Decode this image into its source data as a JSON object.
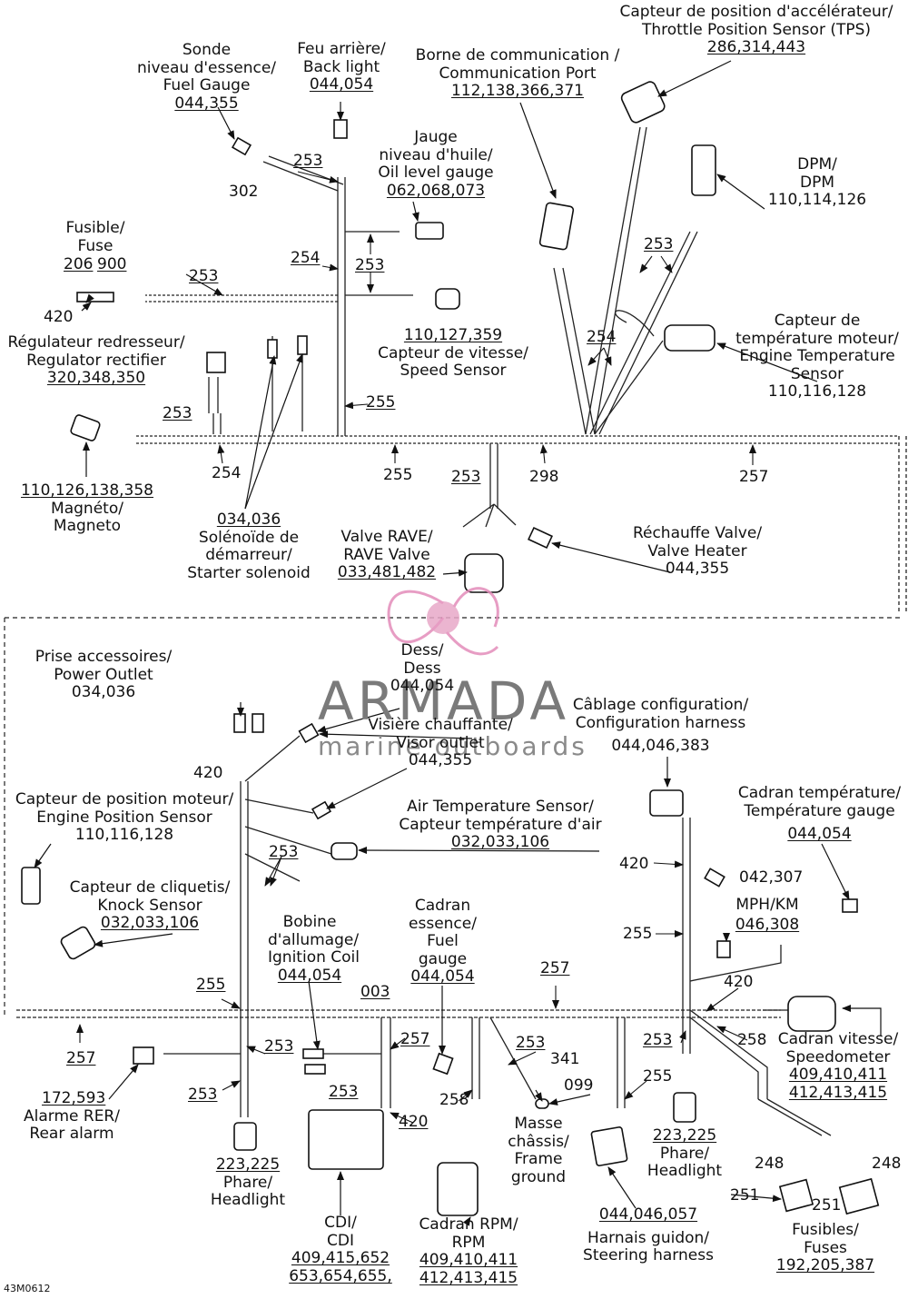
{
  "diagram_code": "43M0612",
  "watermark": {
    "name": "ARMADA",
    "tagline": "marine outboards"
  },
  "components": {
    "tps": [
      "Capteur de position d'accélérateur/",
      "Throttle Position Sensor (TPS)",
      "286,314,443"
    ],
    "comm_port": [
      "Borne de communication /",
      "Communication Port",
      "112,138,366,371"
    ],
    "back_light": [
      "Feu arrière/",
      "Back light",
      "044,054"
    ],
    "fuel_gauge_sensor": [
      "Sonde",
      "niveau d'essence/",
      "Fuel Gauge",
      "044,355"
    ],
    "oil_gauge": [
      "Jauge",
      "niveau d'huile/",
      "Oil level gauge",
      "062,068,073"
    ],
    "dpm": [
      "DPM/",
      "DPM",
      "110,114,126"
    ],
    "fuse": [
      "Fusible/",
      "Fuse"
    ],
    "fuse_nums": [
      "206",
      "900"
    ],
    "speed_sensor": [
      "110,127,359",
      "Capteur de vitesse/",
      "Speed Sensor"
    ],
    "engine_temp": [
      "Capteur de",
      "température moteur/",
      "Engine Temperature",
      "Sensor",
      "110,116,128"
    ],
    "regulator": [
      "Régulateur redresseur/",
      "Regulator rectifier",
      "320,348,350"
    ],
    "magneto": [
      "110,126,138,358",
      "Magnéto/",
      "Magneto"
    ],
    "starter_solenoid": [
      "034,036",
      "Solénoïde de",
      "démarreur/",
      "Starter solenoid"
    ],
    "rave_valve": [
      "Valve RAVE/",
      "RAVE Valve",
      "033,481,482"
    ],
    "valve_heater": [
      "Réchauffe Valve/",
      "Valve Heater",
      "044,355"
    ],
    "power_outlet": [
      "Prise accessoires/",
      "Power Outlet",
      "034,036"
    ],
    "dess": [
      "Dess/",
      "Dess",
      "044,054"
    ],
    "visor_outlet": [
      "Visière chauffante/",
      "Visor outlet",
      "044,355"
    ],
    "config_harness": [
      "Câblage configuration/",
      "Configuration harness",
      "044,046,383"
    ],
    "engine_position": [
      "Capteur de position moteur/",
      "Engine Position Sensor",
      "110,116,128"
    ],
    "air_temp": [
      "Air Temperature Sensor/",
      "Capteur température d'air",
      "032,033,106"
    ],
    "temp_gauge": [
      "Cadran température/",
      "Température gauge",
      "044,054"
    ],
    "knock_sensor": [
      "Capteur de cliquetis/",
      "Knock Sensor",
      "032,033,106"
    ],
    "ignition_coil": [
      "Bobine",
      "d'allumage/",
      "Ignition Coil",
      "044,054"
    ],
    "fuel_gauge_dial": [
      "Cadran",
      "essence/",
      "Fuel",
      "gauge",
      "044,054"
    ],
    "mph_km": [
      "MPH/KM",
      "046,308"
    ],
    "speedometer": [
      "Cadran vitesse/",
      "Speedometer",
      "409,410,411",
      "412,413,415"
    ],
    "rear_alarm": [
      "172,593",
      "Alarme RER/",
      "Rear alarm"
    ],
    "headlight_left": [
      "223,225",
      "Phare/",
      "Headlight"
    ],
    "headlight_right": [
      "223,225",
      "Phare/",
      "Headlight"
    ],
    "frame_ground": [
      "Masse",
      "châssis/",
      "Frame",
      "ground"
    ],
    "cdi": [
      "CDI/",
      "CDI",
      "409,415,652",
      "653,654,655,"
    ],
    "rpm": [
      "Cadran RPM/",
      "RPM",
      "409,410,411",
      "412,413,415"
    ],
    "steering_harness": [
      "044,046,057",
      "Harnais guidon/",
      "Steering harness"
    ],
    "fuses": [
      "Fusibles/",
      "Fuses",
      "192,205,387"
    ]
  },
  "refs": {
    "r302": "302",
    "r253a": "253",
    "r254a": "254",
    "r253b": "253",
    "r253c": "253",
    "r420a": "420",
    "r253d": "253",
    "r254b": "254",
    "r255a": "255",
    "r253e": "253",
    "r254c": "254",
    "r255b": "255",
    "r253f": "253",
    "r298": "298",
    "r257a": "257",
    "r042": "042,307",
    "r420b": "420",
    "r253g": "253",
    "r420c": "420",
    "r255c": "255",
    "r420d": "420",
    "r255d": "255",
    "r003": "003",
    "r257b": "257",
    "r258a": "258",
    "r257c": "257",
    "r253h": "253",
    "r257d": "257",
    "r253i": "253",
    "r253j": "253",
    "r341": "341",
    "r099": "099",
    "r253k": "253",
    "r255e": "255",
    "r258b": "258",
    "r420e": "420",
    "r248a": "248",
    "r248b": "248",
    "r251a": "251",
    "r251b": "251"
  }
}
